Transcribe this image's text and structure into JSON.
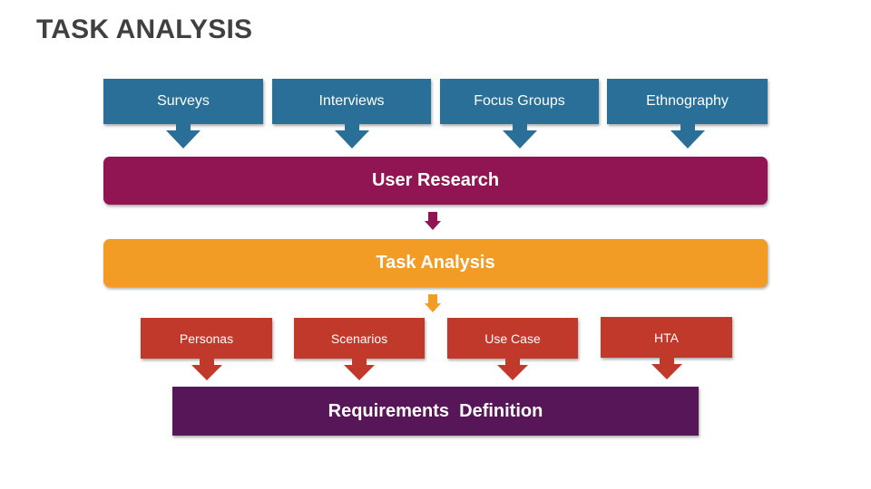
{
  "title": "TASK ANALYSIS",
  "inputs": [
    "Surveys",
    "Interviews",
    "Focus Groups",
    "Ethnography"
  ],
  "user_research": "User Research",
  "task_analysis": "Task Analysis",
  "outputs": [
    "Personas",
    "Scenarios",
    "Use Case",
    "HTA"
  ],
  "requirements": "Requirements  Definition",
  "colors": {
    "inputs": "#2a6f97",
    "user_research": "#911552",
    "task_analysis": "#f39c25",
    "outputs": "#c0392b",
    "requirements": "#571657"
  }
}
